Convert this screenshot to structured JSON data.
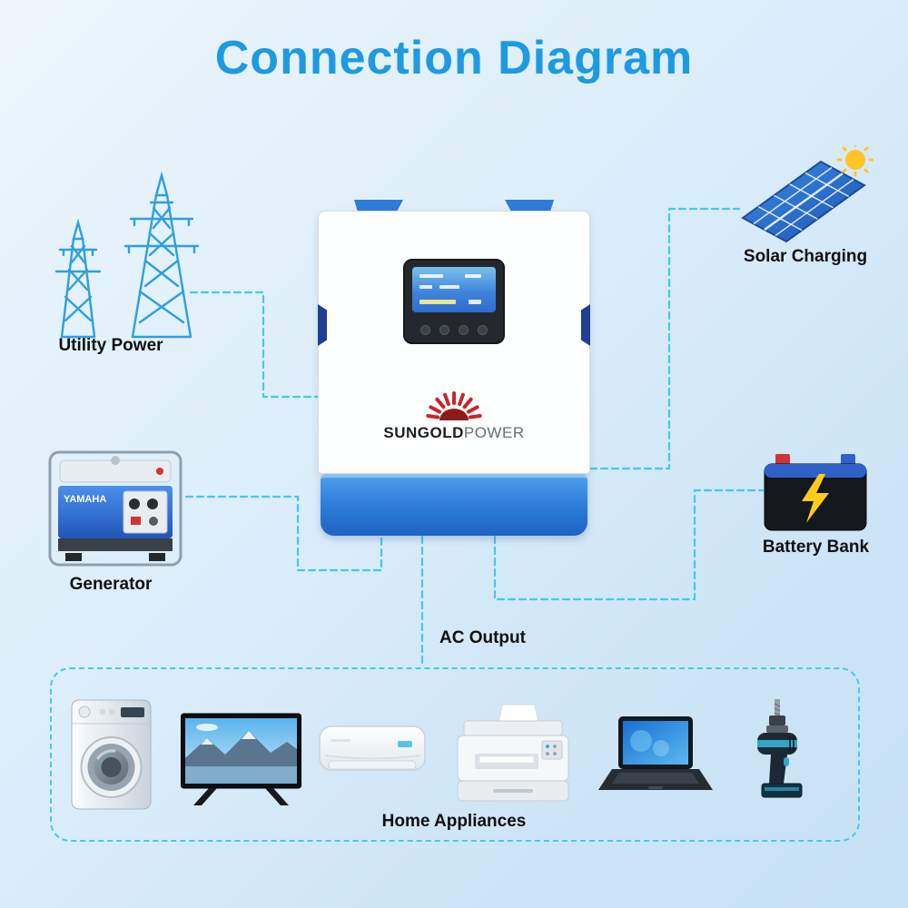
{
  "title": "Connection Diagram",
  "colors": {
    "title_blue": "#1d9ae2",
    "connector_cyan": "#45c8ec",
    "inverter_blue": "#2e7fd8",
    "label_black": "#101010",
    "sun_yellow": "#ffc527",
    "logo_red": "#c8252c"
  },
  "inverter": {
    "brand_bold": "SUNGOLD",
    "brand_light": "POWER"
  },
  "generator_brand": "YAMAHA",
  "labels": {
    "utility": "Utility Power",
    "generator": "Generator",
    "solar": "Solar Charging",
    "battery": "Battery Bank",
    "ac_output": "AC Output",
    "appliances": "Home Appliances"
  },
  "appliance_icons": [
    "washing-machine",
    "television",
    "air-conditioner",
    "printer",
    "laptop",
    "power-drill"
  ]
}
